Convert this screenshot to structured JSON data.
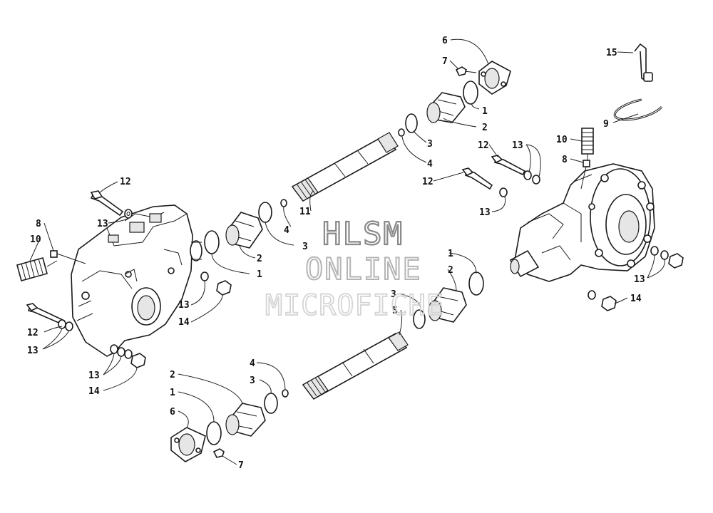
{
  "watermark": {
    "line1": "HLSM",
    "line2": "ONLINE",
    "line3": "MICROFICHE"
  },
  "callouts": {
    "c1a": "1",
    "c1b": "1",
    "c1c": "1",
    "c1d": "1",
    "c2a": "2",
    "c2b": "2",
    "c2c": "2",
    "c2d": "2",
    "c3a": "3",
    "c3b": "3",
    "c3c": "3",
    "c3d": "3",
    "c4a": "4",
    "c4b": "4",
    "c4c": "4",
    "c5": "5",
    "c6a": "6",
    "c6b": "6",
    "c7a": "7",
    "c7b": "7",
    "c8a": "8",
    "c8b": "8",
    "c9": "9",
    "c10a": "10",
    "c10b": "10",
    "c11": "11",
    "c12a": "12",
    "c12b": "12",
    "c12c": "12",
    "c12d": "12",
    "c13a": "13",
    "c13b": "13",
    "c13c": "13",
    "c13d": "13",
    "c13e": "13",
    "c13f": "13",
    "c13g": "13",
    "c14a": "14",
    "c14b": "14",
    "c14c": "14",
    "c15": "15"
  }
}
